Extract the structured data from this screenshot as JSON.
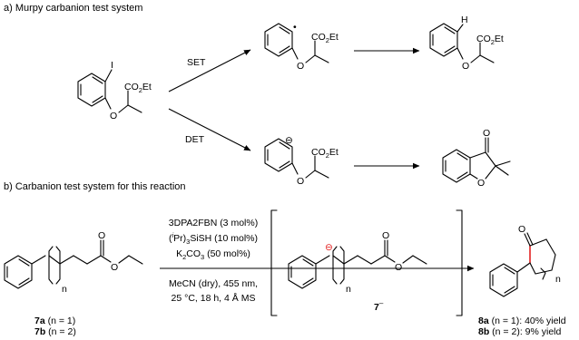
{
  "section_a": {
    "title": "a) Murpy carbanion test system"
  },
  "section_b": {
    "title": "b) Carbanion test system for this reaction"
  },
  "atoms": {
    "iodine": "I",
    "oxygen": "O",
    "hydrogen": "H",
    "ester": "CO",
    "ester_sub": "2",
    "ester_et": "Et",
    "n": "n",
    "radical_dot": "•",
    "minus": "⊖"
  },
  "arrows": {
    "set_label": "SET",
    "det_label": "DET"
  },
  "conditions": {
    "photocatalyst": "3DPA2FBN (3 mol%)",
    "hat_prefix": "(",
    "hat_i": "i",
    "hat_rest": "Pr)",
    "hat_sub": "3",
    "hat_tail": "SiSH (10 mol%)",
    "base_k": "K",
    "base_sub1": "2",
    "base_co": "CO",
    "base_sub2": "3",
    "base_tail": " (50 mol%)",
    "solvent": "MeCN (dry), 455 nm,",
    "temp_time": "25 °C, 18 h, 4 Å MS"
  },
  "intermediate": {
    "label": "7",
    "charge": "–"
  },
  "substrates": [
    {
      "bold": "7a",
      "text": " (n = 1)"
    },
    {
      "bold": "7b",
      "text": " (n = 2)"
    }
  ],
  "products": [
    {
      "bold": "8a",
      "text": " (n = 1): 40% yield"
    },
    {
      "bold": "8b",
      "text": " (n = 2): 9% yield"
    }
  ],
  "colors": {
    "highlight_bond": "#e32222",
    "ink": "#000000"
  }
}
